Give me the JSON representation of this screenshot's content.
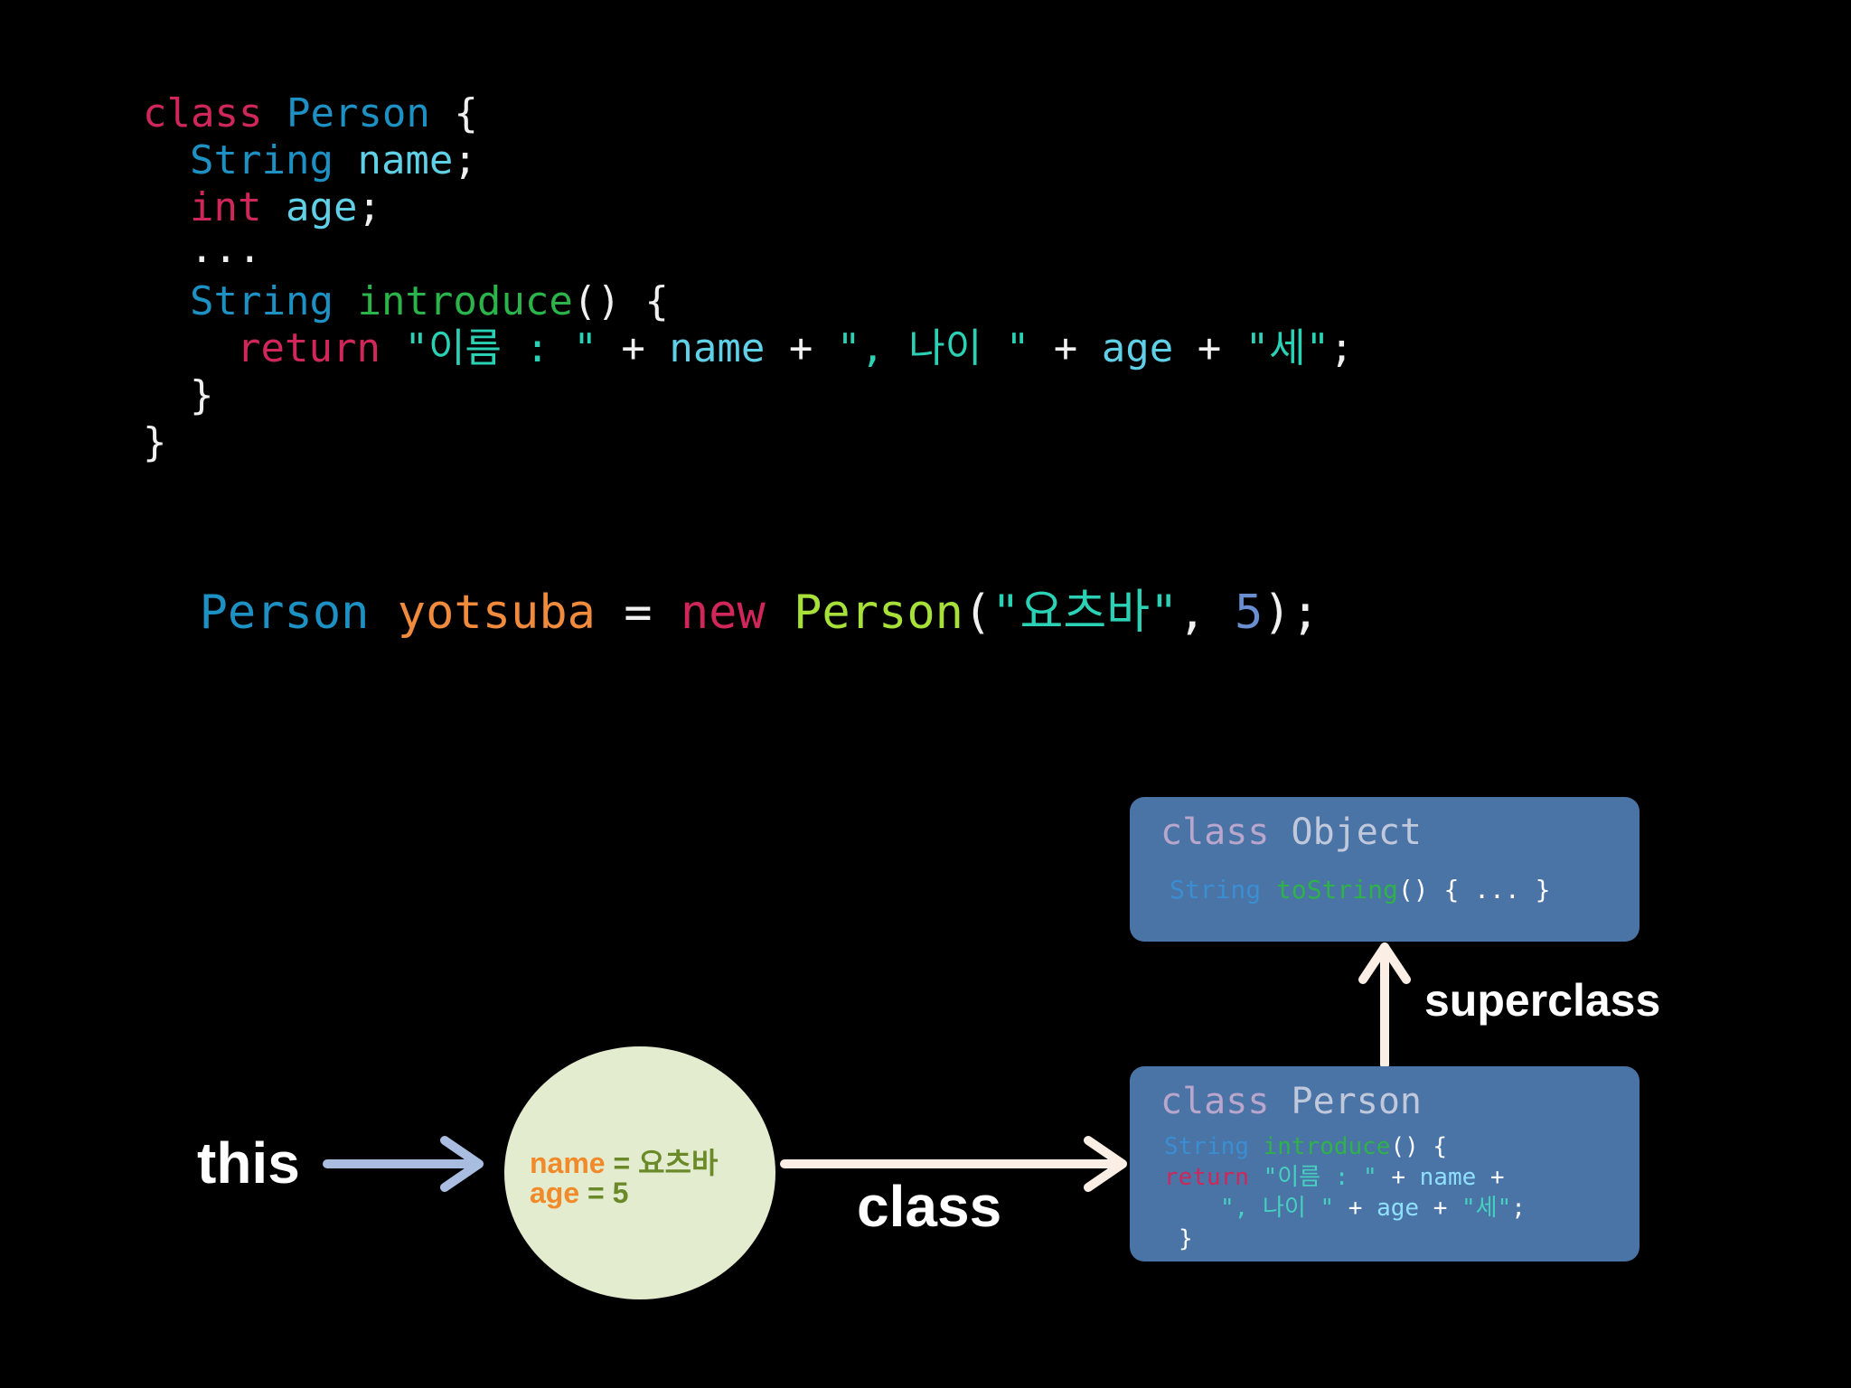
{
  "code": {
    "l1": {
      "kw": "class",
      "name": "Person",
      "brace": "{"
    },
    "l2": {
      "type": "String",
      "field": "name",
      "semi": ";"
    },
    "l3": {
      "type": "int",
      "field": "age",
      "semi": ";"
    },
    "l4": "...",
    "l5": {
      "type": "String",
      "fn": "introduce",
      "rest": "() {"
    },
    "l6": {
      "kw": "return",
      "s1": "\"이름 : \"",
      "plus1": " + ",
      "f1": "name",
      "plus2": " + ",
      "s2": "\", 나이 \"",
      "plus3": " + ",
      "f2": "age",
      "plus4": " + ",
      "s3": "\"세\"",
      "semi": ";"
    },
    "l7": "}",
    "l8": "}",
    "decl": {
      "type": "Person",
      "var": "yotsuba",
      "eq": " = ",
      "kw": "new",
      "ctor": "Person",
      "open": "(",
      "str": "\"요츠바\"",
      "comma": ", ",
      "num": "5",
      "close": ");"
    }
  },
  "diagram": {
    "this_label": "this",
    "class_label": "class",
    "superclass_label": "superclass",
    "instance": {
      "name_key": "name",
      "name_eq": " = ",
      "name_val": "요츠바",
      "age_key": "age",
      "age_eq": " = ",
      "age_val": "5"
    },
    "object_box": {
      "kw": "class",
      "name": "Object",
      "type": "String",
      "fn": "toString",
      "rest": "() { ... }"
    },
    "person_box": {
      "kw": "class",
      "name": "Person",
      "l1_type": "String",
      "l1_fn": "introduce",
      "l1_rest": "() {",
      "l2_kw": "return",
      "l2_s1": "\"이름 : \"",
      "l2_plus1": " + ",
      "l2_f1": "name",
      "l2_plus2": " +",
      "l3_s2": "\", 나이 \"",
      "l3_plus3": " + ",
      "l3_f2": "age",
      "l3_plus4": " + ",
      "l3_s3": "\"세\"",
      "l3_semi": ";",
      "l4": "}"
    }
  },
  "colors": {
    "background": "#000000",
    "keyword": "#d0275a",
    "type": "#1d91c3",
    "field": "#5fd0e6",
    "method": "#2bb44a",
    "string": "#2bd1b4",
    "variable": "#f08a3c",
    "constructor": "#a8e03a",
    "box": "#4a73a6",
    "instance_circle": "#e4ecd0",
    "this_arrow": "#a8bde0",
    "class_arrow": "#fbeee4"
  }
}
